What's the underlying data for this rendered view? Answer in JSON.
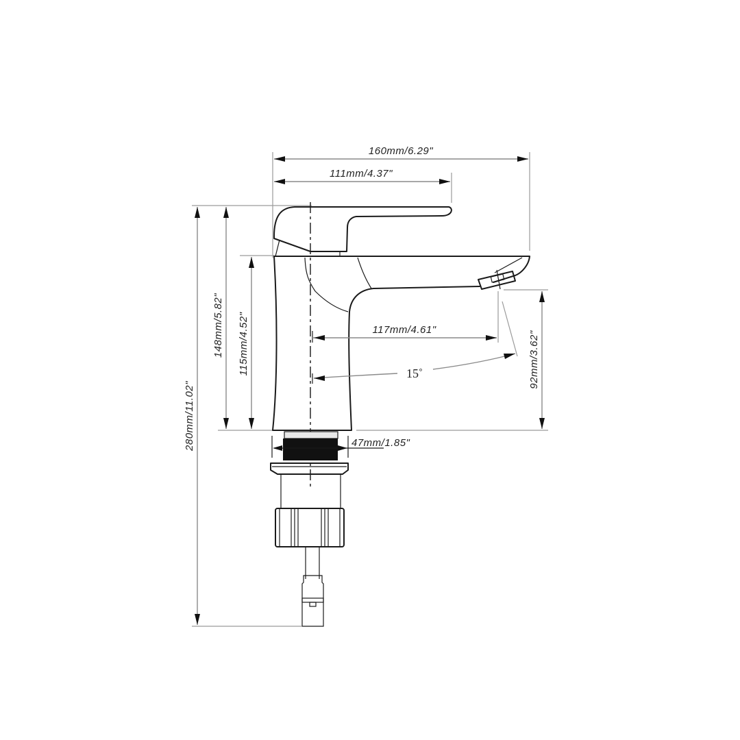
{
  "drawing": {
    "subject": "Single-lever basin faucet dimension drawing",
    "units": "mm / inch",
    "colors": {
      "line": "#1a1a1a",
      "dimension_line": "#8a8a8a",
      "background": "#ffffff"
    }
  },
  "dimensions": {
    "overall_width": "160mm/6.29\"",
    "handle_width": "111mm/4.37\"",
    "spout_reach": "117mm/4.61\"",
    "total_height": "280mm/11.02\"",
    "height_to_handle": "148mm/5.82\"",
    "body_height": "115mm/4.52\"",
    "spout_outlet_height": "92mm/3.62\"",
    "base_diameter": "47mm/1.85\"",
    "rotation_angle": "15˚"
  }
}
